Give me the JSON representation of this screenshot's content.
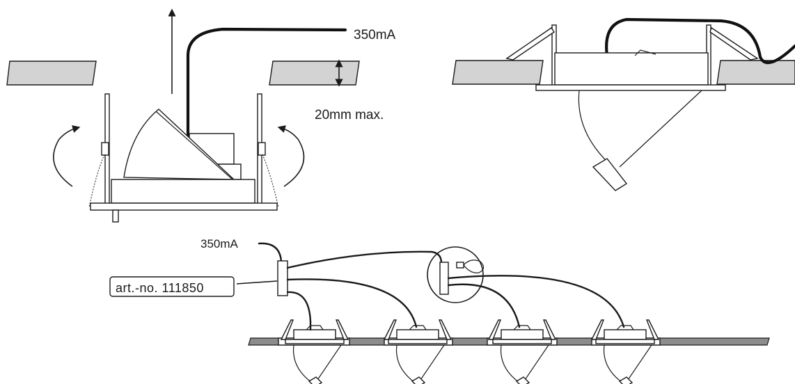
{
  "labels": {
    "current_top": "350mA",
    "max_thickness": "20mm max.",
    "current_bottom": "350mA",
    "article_number": "art.-no. 111850"
  },
  "colors": {
    "ceiling": "#d3d3d3",
    "ceiling_dark": "#8c8c8c",
    "line": "#1a1a1a",
    "background": "#ffffff"
  },
  "icons": {
    "pull_direction": "arrow-up-icon",
    "clip_rotation": "curved-arrow-icon"
  }
}
